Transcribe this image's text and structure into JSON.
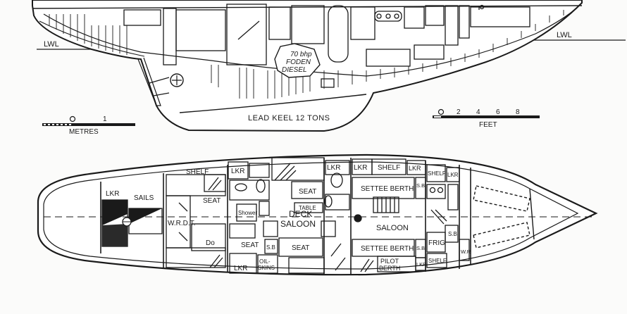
{
  "profile": {
    "lwl_left": "LWL",
    "lwl_right": "LWL",
    "keel": "LEAD KEEL 12 TONS",
    "engine_line1": "70 bhp",
    "engine_line2": "FODEN",
    "engine_line3": "DIESEL"
  },
  "scale_metres": {
    "ticks": [
      "0",
      "1"
    ],
    "unit": "METRES"
  },
  "scale_feet": {
    "ticks": [
      "0",
      "2",
      "4",
      "6",
      "8"
    ],
    "unit": "FEET"
  },
  "plan": {
    "lkr_fore": "LKR",
    "sails": "SAILS",
    "wrdt": "W.R.D.T.",
    "do": "Do",
    "shelf_fore": "SHELF",
    "seat_fore": "SEAT",
    "lkr_top": "LKR",
    "shower": "Shower",
    "lkr_aft_left": "LKR",
    "oilskins_1": "OIL-",
    "oilskins_2": "SKINS",
    "seat_low_left": "SEAT",
    "sb_low_left": "S.B",
    "deck_saloon_1": "DECK",
    "deck_saloon_2": "SALOON",
    "table": "TABLE",
    "seat_mid_top": "SEAT",
    "seat_mid_bottom": "SEAT",
    "lkr_near_deck": "LKR",
    "lkr_saloon_top": "LKR",
    "shelf_saloon_top": "SHELF",
    "lkr_right_top": "LKR",
    "settee_top": "SETTEE BERTH",
    "saloon": "SALOON",
    "settee_bottom": "SETTEE BERTH",
    "pilot_1": "PILOT",
    "pilot_2": "BERTH",
    "sb_top": "S.B",
    "sb_bottom": "S.B",
    "lkr_bottom": "LKR",
    "shelf_bottom": "SHELF",
    "shelf_galley": "SHELF",
    "lkr_galley": "LKR",
    "frig": "FRIG",
    "sb_galley": "S.B",
    "wr": "W.R"
  }
}
